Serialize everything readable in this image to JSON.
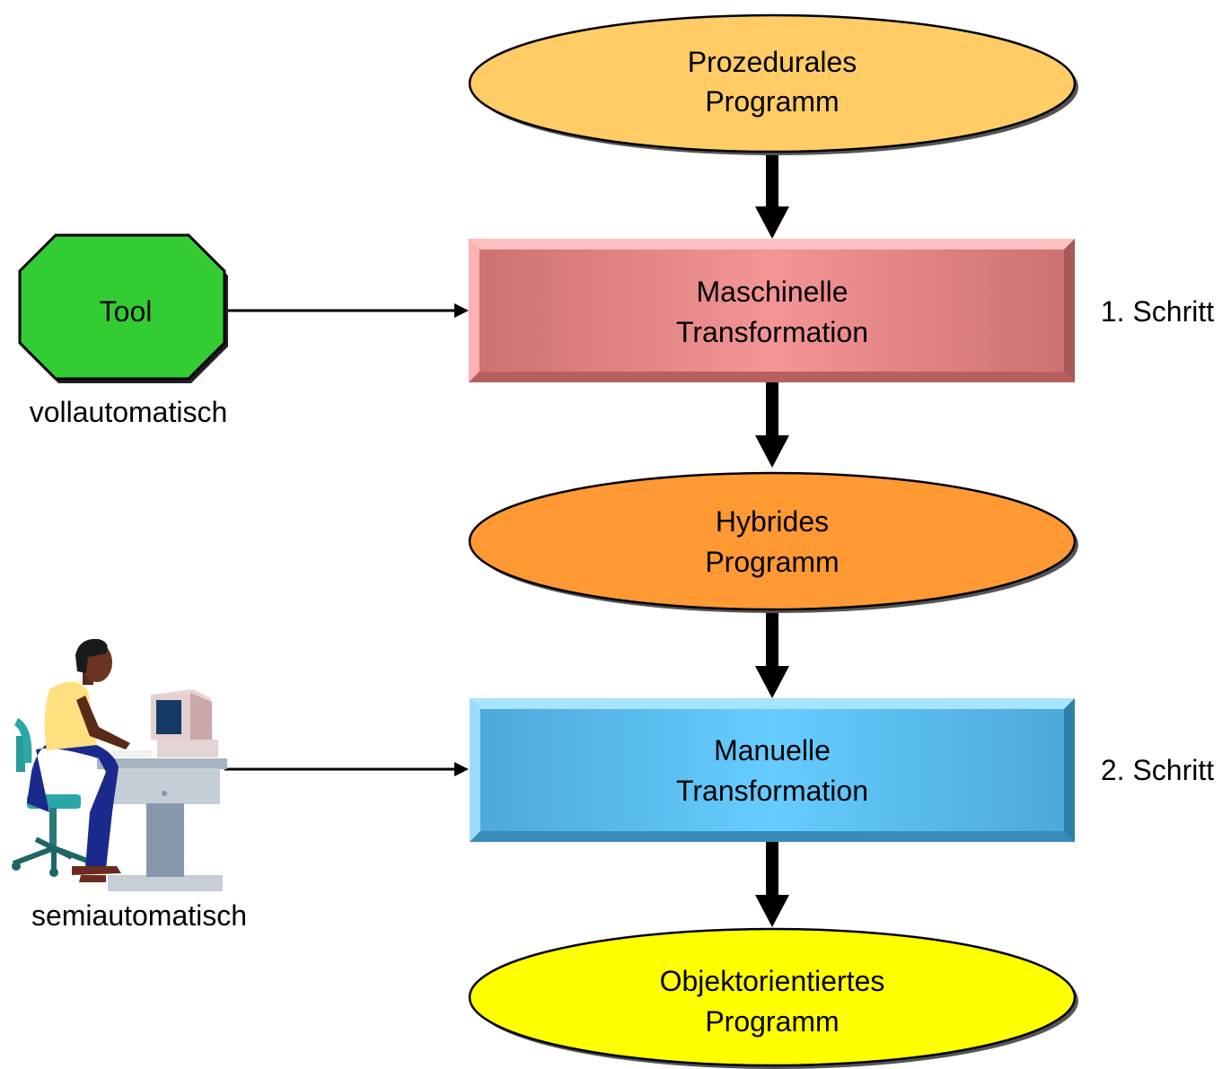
{
  "colors": {
    "prozedural_fill": "#FFCC66",
    "hybrid_fill": "#FF9933",
    "oo_fill": "#FFFF00",
    "maschinell_fill": "#E08080",
    "manuell_fill": "#55B8E8",
    "tool_fill": "#33CC33",
    "arrow": "#000000"
  },
  "nodes": {
    "prozedural": {
      "line1": "Prozedurales",
      "line2": "Programm"
    },
    "maschinell": {
      "line1": "Maschinelle",
      "line2": "Transformation"
    },
    "hybrid": {
      "line1": "Hybrides",
      "line2": "Programm"
    },
    "manuell": {
      "line1": "Manuelle",
      "line2": "Transformation"
    },
    "oo": {
      "line1": "Objektorientiertes",
      "line2": "Programm"
    }
  },
  "tool": {
    "label": "Tool",
    "caption": "vollautomatisch"
  },
  "human": {
    "icon": "person-at-computer-icon",
    "caption": "semiautomatisch"
  },
  "steps": {
    "step1": "1. Schritt",
    "step2": "2. Schritt"
  }
}
